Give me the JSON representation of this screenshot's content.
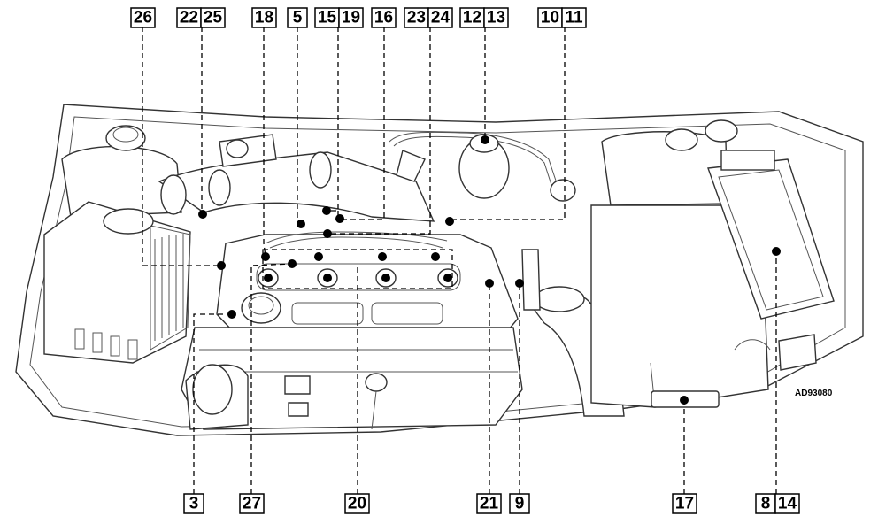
{
  "diagram": {
    "code": "AD93080",
    "colors": {
      "line": "#333333",
      "label_border": "#000000",
      "background": "#ffffff"
    },
    "top_labels": [
      "26",
      "22",
      "25",
      "18",
      "5",
      "15",
      "19",
      "16",
      "23",
      "24",
      "12",
      "13",
      "10",
      "11"
    ],
    "bottom_labels": [
      "3",
      "27",
      "20",
      "21",
      "9",
      "17",
      "8",
      "14"
    ]
  }
}
